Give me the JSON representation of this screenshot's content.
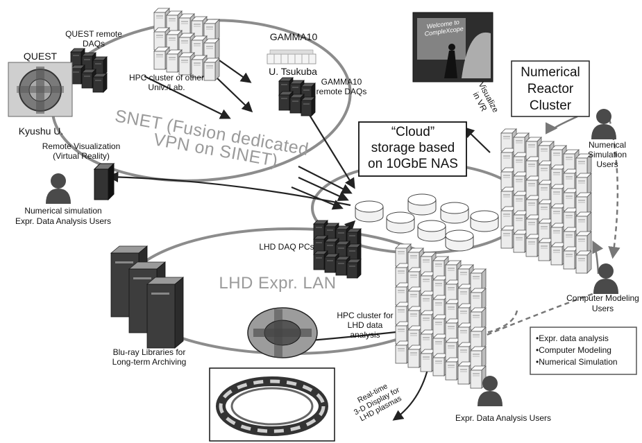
{
  "labels": {
    "quest_remote_daqs": "QUEST remote DAQs",
    "quest": "QUEST",
    "kyushu": "Kyushu U.",
    "hpc_other": "HPC cluster of other Univ./Lab.",
    "gamma10": "GAMMA10",
    "u_tsukuba": "U. Tsukuba",
    "gamma10_remote_daqs": "GAMMA10 remote DAQs",
    "snet_line1": "SNET (Fusion dedicated",
    "snet_line2": "VPN on SINET)",
    "remote_vis_line1": "Remote Visualization",
    "remote_vis_line2": "(Virtual Reality)",
    "num_sim_users_line1": "Numerical simulation",
    "num_sim_users_line2": "Expr. Data Analysis Users",
    "cloud_line1": "“Cloud”",
    "cloud_line2": "storage based",
    "cloud_line3": "on 10GbE NAS",
    "visualize_vr_line1": "Visualize",
    "visualize_vr_line2": "in VR",
    "reactor_line1": "Numerical",
    "reactor_line2": "Reactor",
    "reactor_line3": "Cluster",
    "numerical_sim_users_line1": "Numerical",
    "numerical_sim_users_line2": "Simulation",
    "numerical_sim_users_line3": "Users",
    "lhd_daq": "LHD DAQ PCs",
    "lhd_expr_lan": "LHD Expr. LAN",
    "hpc_lhd_line1": "HPC cluster for",
    "hpc_lhd_line2": "LHD data",
    "hpc_lhd_line3": "analysis",
    "bluray_line1": "Blu-ray Libraries for",
    "bluray_line2": "Long-term Archiving",
    "computer_modeling_line1": "Computer Modeling",
    "computer_modeling_line2": "Users",
    "legend_item1": "•Expr. data analysis",
    "legend_item2": "•Computer Modeling",
    "legend_item3": "•Numerical Simulation",
    "realtime_line1": "Real-time",
    "realtime_line2": "3-D Display for",
    "realtime_line3": "LHD plasmas",
    "expr_data_users": "Expr. Data Analysis Users",
    "vr_photo_caption_line1": "Welcome to",
    "vr_photo_caption_line2": "CompleXcope"
  },
  "icons": {
    "server": "server-rack-icon",
    "nas_disk": "nas-disk-icon",
    "user": "user-silhouette-icon",
    "tokamak": "tokamak-device-icon",
    "bluray": "bluray-library-icon",
    "plasma": "plasma-torus-icon"
  },
  "colors": {
    "ring_gray": "#8c8c8c",
    "server_light": "#e9e9e9",
    "server_dark": "#2a2a2a",
    "lan_text": "#9a9a9a",
    "arrow": "#222222"
  }
}
